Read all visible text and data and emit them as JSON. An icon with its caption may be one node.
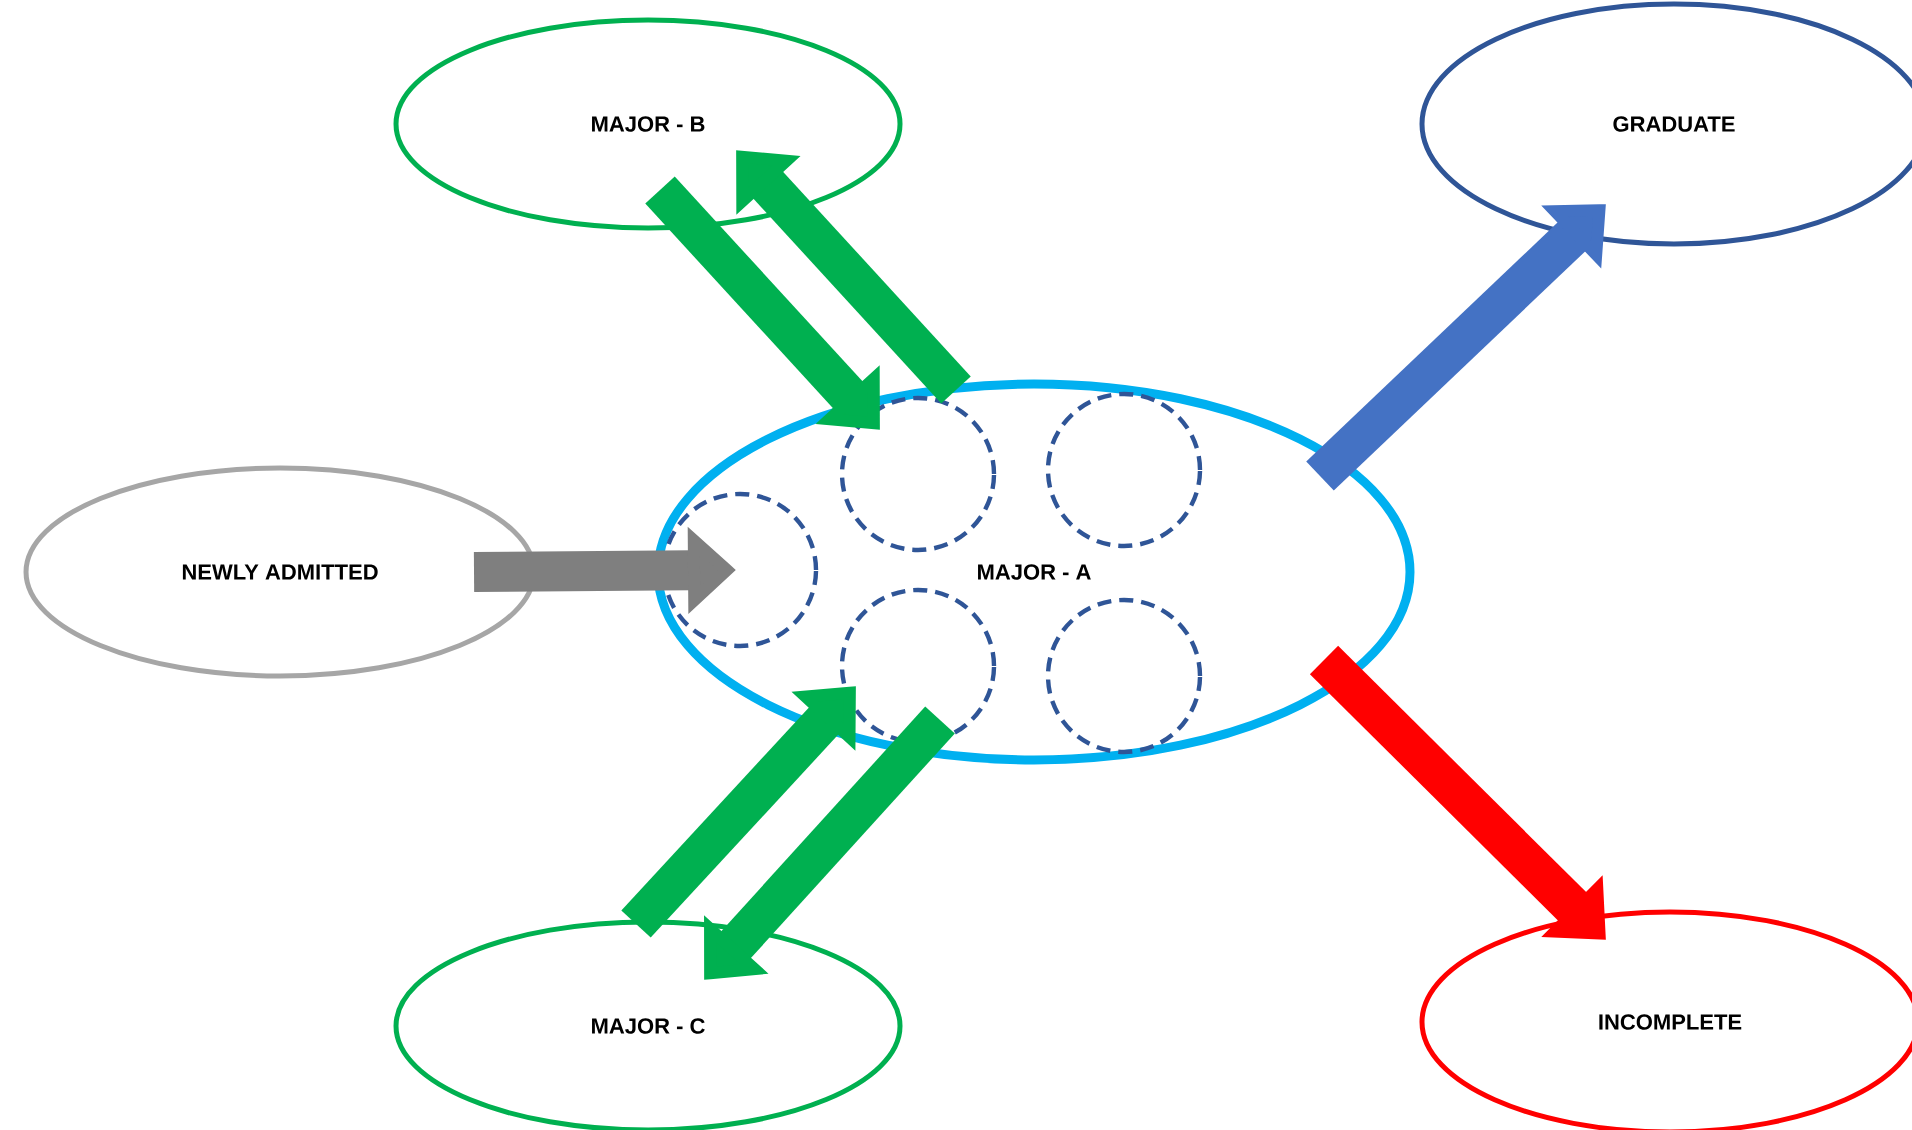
{
  "diagram": {
    "nodes": [
      {
        "text": [
          "MAJOR - B"
        ]
      },
      {
        "text": [
          "GRADUATE"
        ]
      },
      {
        "text": [
          "NEWLY ADMITTED"
        ]
      },
      {
        "text": [
          "MAJOR - A"
        ]
      },
      {
        "text": [],
        "shape": "circle",
        "in": 3
      },
      {
        "text": [],
        "shape": "circle",
        "in": 3
      },
      {
        "text": [],
        "shape": "circle",
        "in": 3
      },
      {
        "text": [],
        "shape": "circle",
        "in": 3
      },
      {
        "text": [],
        "shape": "circle",
        "in": 3
      },
      {
        "text": [
          "MAJOR - C"
        ]
      },
      {
        "text": [
          "INCOMPLETE"
        ]
      }
    ],
    "edges": [
      {
        "from": 0,
        "to": 5,
        "arrow": "to"
      },
      {
        "from": 3,
        "to": 0,
        "arrow": "to"
      },
      {
        "from": 2,
        "to": 4,
        "arrow": "to",
        "color": "#7f7f7f"
      },
      {
        "from": 3,
        "to": 1,
        "arrow": "to",
        "color": "#4472c4"
      },
      {
        "from": 3,
        "to": 10,
        "arrow": "to",
        "color": "#ff0000"
      },
      {
        "from": 9,
        "to": 6,
        "arrow": "to"
      },
      {
        "from": 6,
        "to": 9,
        "arrow": "to"
      }
    ]
  }
}
